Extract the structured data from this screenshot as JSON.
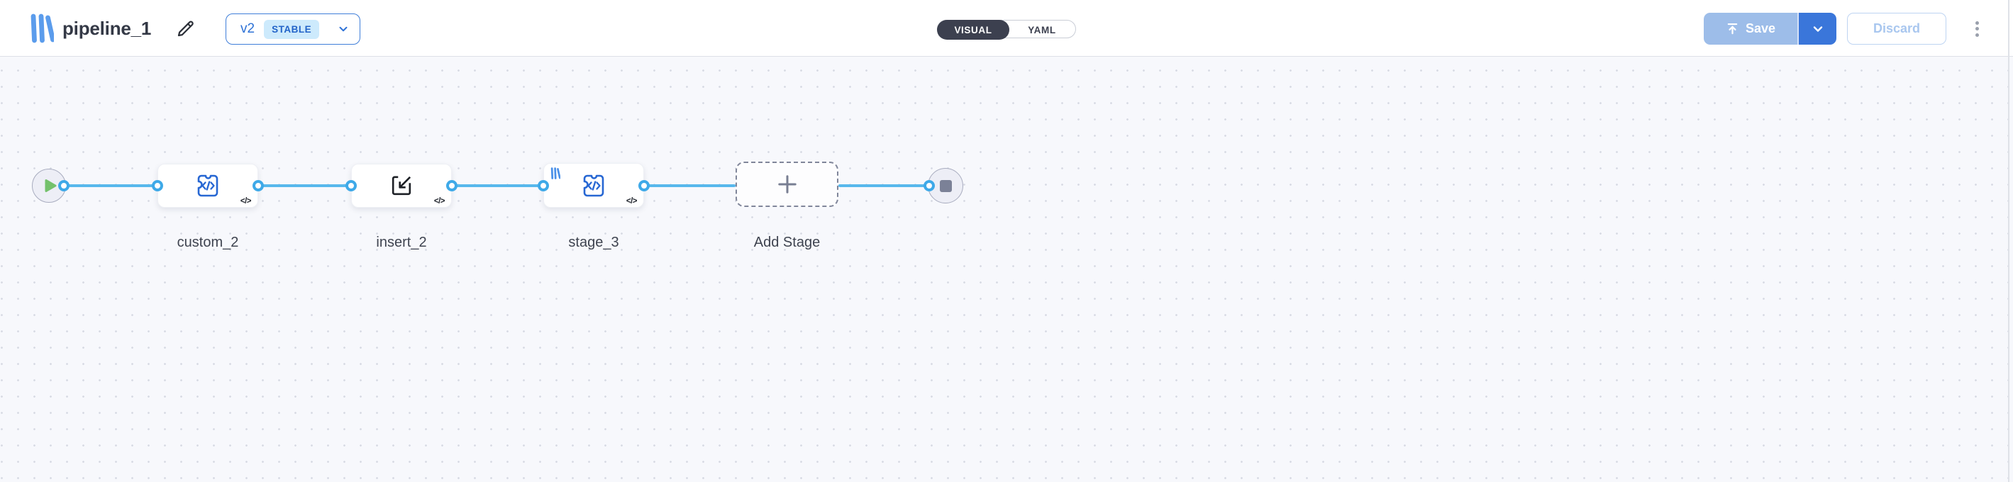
{
  "header": {
    "title": "pipeline_1",
    "version": {
      "label": "v2",
      "status": "STABLE"
    },
    "toggle": {
      "visual": "VISUAL",
      "yaml": "YAML",
      "selected": "VISUAL"
    },
    "save_label": "Save",
    "discard_label": "Discard"
  },
  "canvas": {
    "code_badge": "</>",
    "nodes": [
      {
        "id": "start",
        "type": "start-node"
      },
      {
        "id": "custom_2",
        "label": "custom_2",
        "type": "custom-code-stage"
      },
      {
        "id": "insert_2",
        "label": "insert_2",
        "type": "insert-stage"
      },
      {
        "id": "stage_3",
        "label": "stage_3",
        "type": "custom-code-stage",
        "from_library": true
      },
      {
        "id": "add_stage",
        "label": "Add Stage",
        "type": "add-stage-placeholder"
      },
      {
        "id": "end",
        "type": "end-node"
      }
    ]
  },
  "colors": {
    "accent_blue": "#2e72d6",
    "edge_blue": "#58b8ec",
    "port_blue": "#3ea9e8",
    "save_disabled_blue": "#9dbde9",
    "save_dropdown_blue": "#3a76da",
    "toggle_dark": "#3c404f",
    "stable_badge_bg": "#cdeafc",
    "canvas_bg": "#f7f8fc",
    "play_green": "#74c16c",
    "stop_gray": "#7b8197"
  }
}
